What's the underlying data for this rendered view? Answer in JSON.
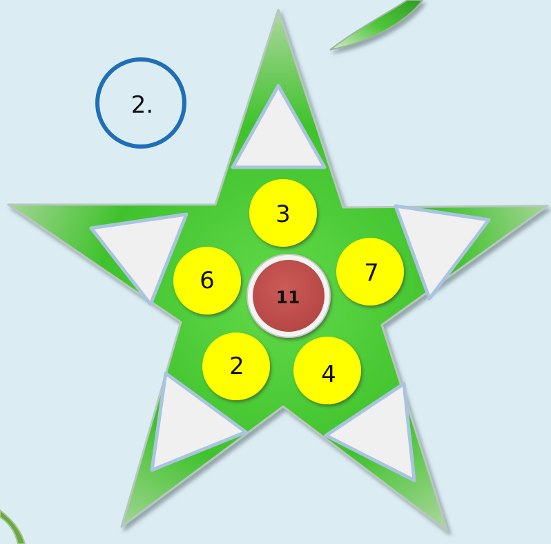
{
  "puzzle": {
    "label": "2.",
    "center_value": "11",
    "circle_values": [
      "3",
      "7",
      "4",
      "2",
      "6"
    ],
    "empty_slots": [
      "top",
      "right",
      "bottom-right",
      "bottom-left",
      "left"
    ]
  },
  "colors": {
    "background": "#dbedf3",
    "star_green": "#4fc63a",
    "circle_yellow": "#ffff00",
    "center_red": "#c0504d",
    "slot_fill": "#f0f0f0",
    "slot_border": "#a9c4df",
    "label_ring": "#1f6fb8"
  }
}
